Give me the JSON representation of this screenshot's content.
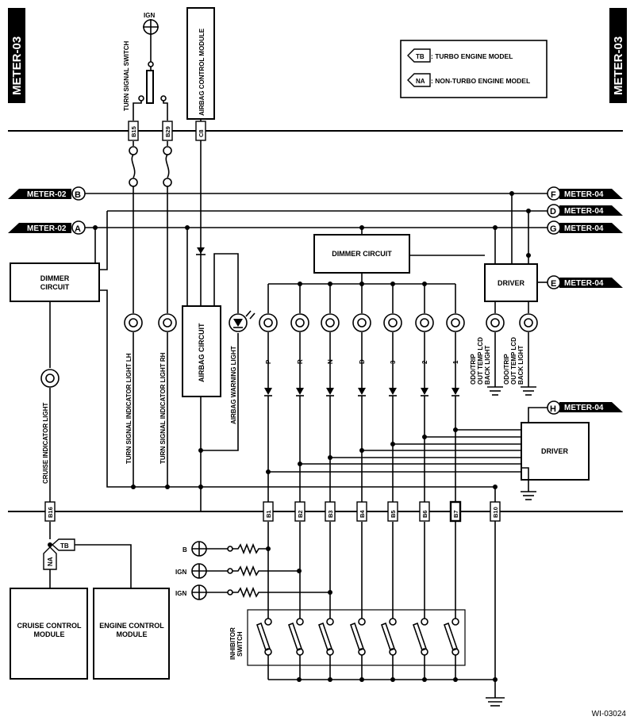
{
  "side_tabs": {
    "left": "METER-03",
    "right": "METER-03"
  },
  "legend": {
    "tb_tag": "TB",
    "tb_text": ": TURBO ENGINE MODEL",
    "na_tag": "NA",
    "na_text": ": NON-TURBO ENGINE MODEL"
  },
  "top": {
    "ign": "IGN",
    "turn_signal_switch": "TURN SIGNAL SWITCH",
    "airbag_module": "AIRBAG CONTROL MODULE",
    "pins": [
      "B15",
      "B29",
      "C8"
    ]
  },
  "connectors": {
    "meter02_b": {
      "label": "METER-02",
      "letter": "B"
    },
    "meter02_a": {
      "label": "METER-02",
      "letter": "A"
    },
    "meter04_f": {
      "label": "METER-04",
      "letter": "F"
    },
    "meter04_d": {
      "label": "METER-04",
      "letter": "D"
    },
    "meter04_g": {
      "label": "METER-04",
      "letter": "G"
    },
    "meter04_e": {
      "label": "METER-04",
      "letter": "E"
    },
    "meter04_h": {
      "label": "METER-04",
      "letter": "H"
    }
  },
  "boxes": {
    "dimmer_left": [
      "DIMMER",
      "CIRCUIT"
    ],
    "dimmer_center": "DIMMER CIRCUIT",
    "driver_upper": "DRIVER",
    "driver_lower": "DRIVER",
    "airbag_circuit": "AIRBAG CIRCUIT",
    "cruise_module": [
      "CRUISE CONTROL",
      "MODULE"
    ],
    "engine_module": [
      "ENGINE CONTROL",
      "MODULE"
    ]
  },
  "lamps": {
    "cruise": "CRUISE INDICATOR LIGHT",
    "turn_lh": "TURN SIGNAL INDICATOR LIGHT LH",
    "turn_rh": "TURN SIGNAL INDICATOR LIGHT RH",
    "airbag_warning": "AIRBAG WARNING LIGHT",
    "backlight_1": [
      "ODO/TRIP",
      "OUT TEMP LCD",
      "BACK LIGHT"
    ],
    "backlight_2": [
      "ODO/TRIP",
      "OUT TEMP LCD",
      "BACK LIGHT"
    ]
  },
  "gears": [
    "P",
    "R",
    "N",
    "D",
    "3",
    "2",
    "1"
  ],
  "bottom_pins": [
    "B16",
    "B1",
    "B2",
    "B3",
    "B4",
    "B5",
    "B6",
    "B7",
    "B10"
  ],
  "power": {
    "b": "B",
    "ign1": "IGN",
    "ign2": "IGN"
  },
  "inhibitor": [
    "INHIBITOR",
    "SWITCH"
  ],
  "tag_tb": "TB",
  "tag_na": "NA",
  "ref": "WI-03024"
}
